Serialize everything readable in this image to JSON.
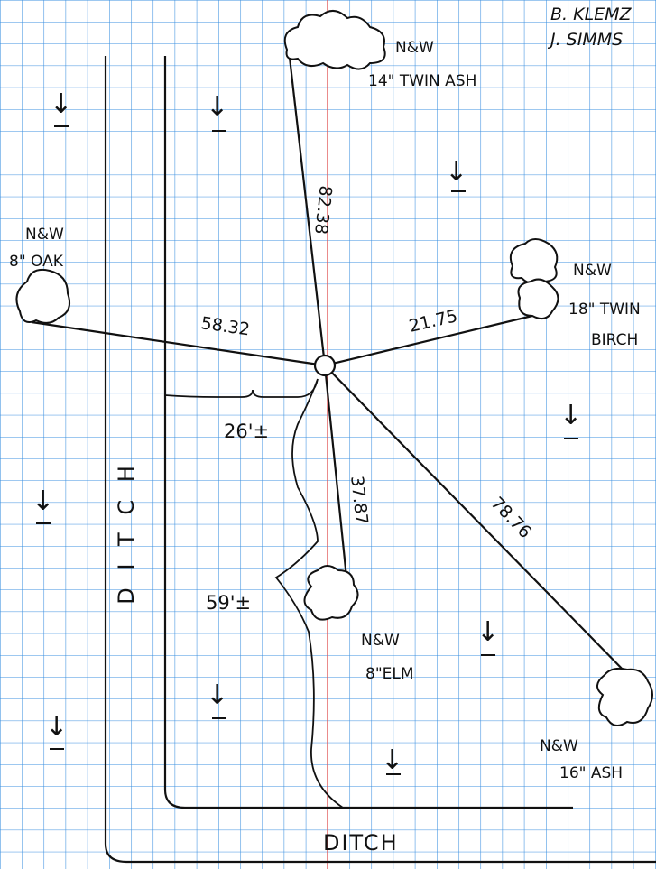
{
  "colors": {
    "grid": "#3a8fe0",
    "paper": "#ffffff",
    "ink": "#111111",
    "margin_line": "#e05a5a"
  },
  "header": {
    "line1": "B. KLEMZ",
    "line2": "J. SIMMS"
  },
  "trees": {
    "twin_ash_14": {
      "status": "N&W",
      "size": "14\" TWIN ASH"
    },
    "oak_8": {
      "status": "N&W",
      "size": "8\" OAK"
    },
    "twin_birch_18": {
      "status": "N&W",
      "size": "18\" TWIN",
      "size2": "BIRCH"
    },
    "elm_8": {
      "status": "N&W",
      "size": "8\"ELM"
    },
    "ash_16": {
      "status": "N&W",
      "size": "16\" ASH"
    }
  },
  "distances": {
    "to_twin_ash": "82.38",
    "to_oak": "58.32",
    "to_birch": "21.75",
    "to_elm": "37.87",
    "to_ash_16": "78.76",
    "road_26": "26'±",
    "road_59": "59'±"
  },
  "ditch": {
    "vertical": "D I T C H",
    "horizontal": "DITCH"
  },
  "drainage_arrow": "↓"
}
